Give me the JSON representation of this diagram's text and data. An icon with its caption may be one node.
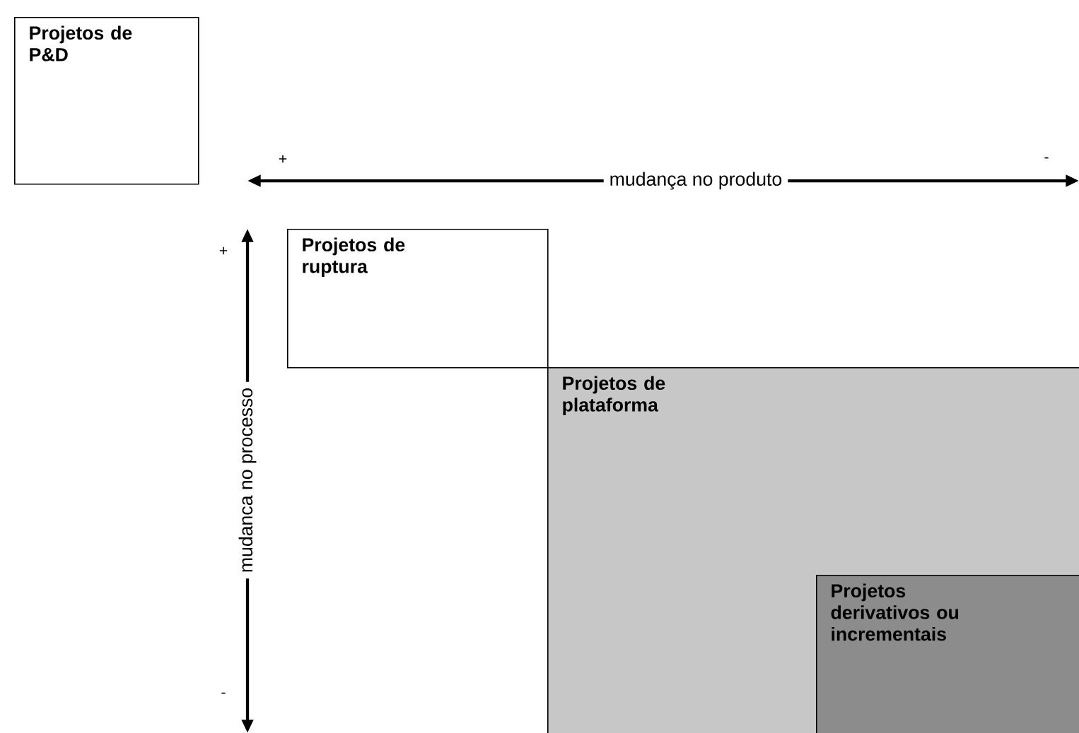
{
  "diagram": {
    "nodes": [
      {
        "text": [
          "Projetos de P&D"
        ]
      },
      {
        "text": [
          "Projetos de ruptura"
        ]
      },
      {
        "text": [
          "Projetos de plataforma"
        ]
      },
      {
        "text": [
          "Projetos derivativos ou incrementais"
        ],
        "in": 2
      }
    ],
    "labels": [
      "+",
      "mudança no produto",
      "-",
      "+",
      "mudanca no processo",
      "-"
    ]
  }
}
